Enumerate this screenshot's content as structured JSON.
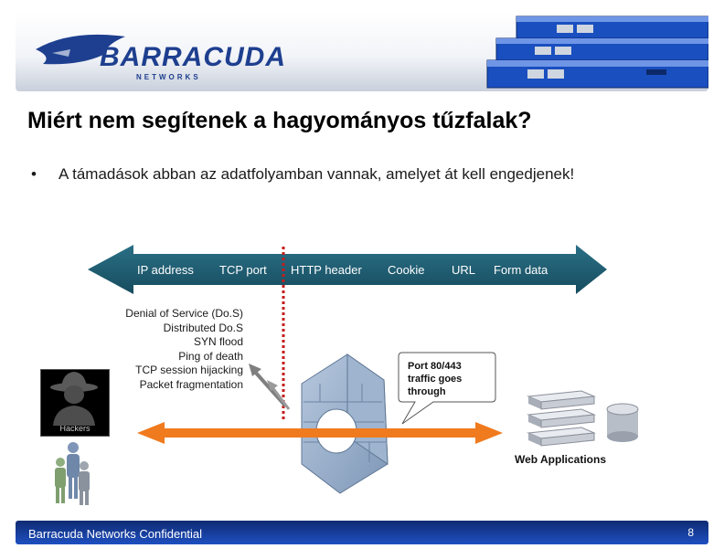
{
  "logo": {
    "brand": "BARRACUDA",
    "sub": "NETWORKS"
  },
  "title": "Miért nem segítenek a hagyományos tűzfalak?",
  "bullet": {
    "marker": "•",
    "text": "A támadások abban az adatfolyamban vannak, amelyet át kell engedjenek!"
  },
  "scale_labels": [
    "IP address",
    "TCP port",
    "HTTP header",
    "Cookie",
    "URL",
    "Form data"
  ],
  "attacks": [
    "Denial of Service (Do.S)",
    "Distributed Do.S",
    "SYN flood",
    "Ping of death",
    "TCP session hijacking",
    "Packet fragmentation"
  ],
  "callout": "Port 80/443 traffic goes through",
  "hackers_label": "Hackers",
  "web_apps_label": "Web Applications",
  "footer": {
    "confidential": "Barracuda Networks Confidential",
    "page_number": "8"
  },
  "colors": {
    "arrow_teal": "#1e5a6e",
    "accent_orange": "#f07a1e",
    "brand_blue": "#1e3f8f",
    "footer_blue": "#1a45a8",
    "wall_blue": "#8fa8c8"
  }
}
